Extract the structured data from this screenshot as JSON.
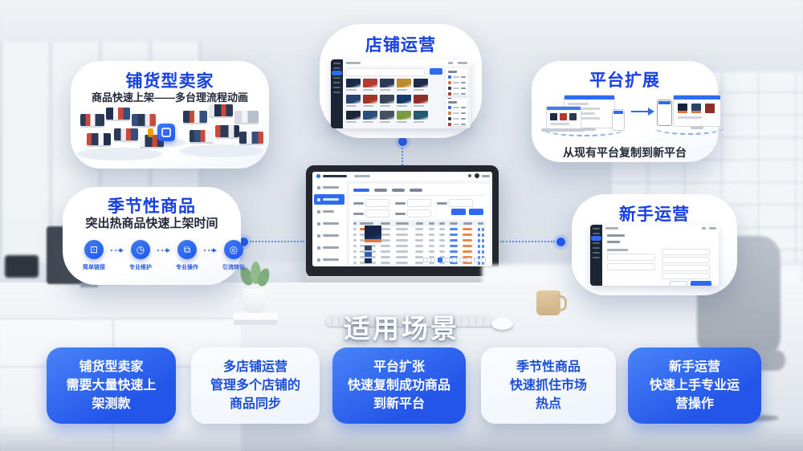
{
  "headline": "适用场景",
  "colors": {
    "accent_blue": "#2f6bf0",
    "title_blue": "#1640e4",
    "card_blue": "#2356e8",
    "connector_blue": "#5b86f3"
  },
  "bubbles": {
    "bulk_seller": {
      "title": "铺货型卖家",
      "subtitle": "商品快速上架——多台理流程动画"
    },
    "store_ops": {
      "title": "店铺运营"
    },
    "platform_expand": {
      "title": "平台扩展",
      "caption": "从现有平台复制到新平台"
    },
    "seasonal": {
      "title": "季节性商品",
      "subtitle": "突出热商品快速上架时间",
      "steps": [
        {
          "label": "简单链接",
          "icon": "image-icon",
          "glyph": "⊡"
        },
        {
          "label": "专业维护",
          "icon": "clock-icon",
          "glyph": "◷"
        },
        {
          "label": "专业操作",
          "icon": "camera-icon",
          "glyph": "⧉"
        },
        {
          "label": "引流转化",
          "icon": "target-icon",
          "glyph": "◎"
        }
      ]
    },
    "newbie": {
      "title": "新手运营"
    }
  },
  "cards": [
    {
      "variant": "blue",
      "text": "铺货型卖家\n需要大量快速上\n架测款"
    },
    {
      "variant": "light",
      "text": "多店铺运营\n管理多个店铺的\n商品同步"
    },
    {
      "variant": "blue",
      "text": "平台扩张\n快速复制成功商品\n到新平台"
    },
    {
      "variant": "light",
      "text": "季节性商品\n快速抓住市场\n热点"
    },
    {
      "variant": "blue",
      "text": "新手运营\n快速上手专业运\n营操作"
    }
  ]
}
